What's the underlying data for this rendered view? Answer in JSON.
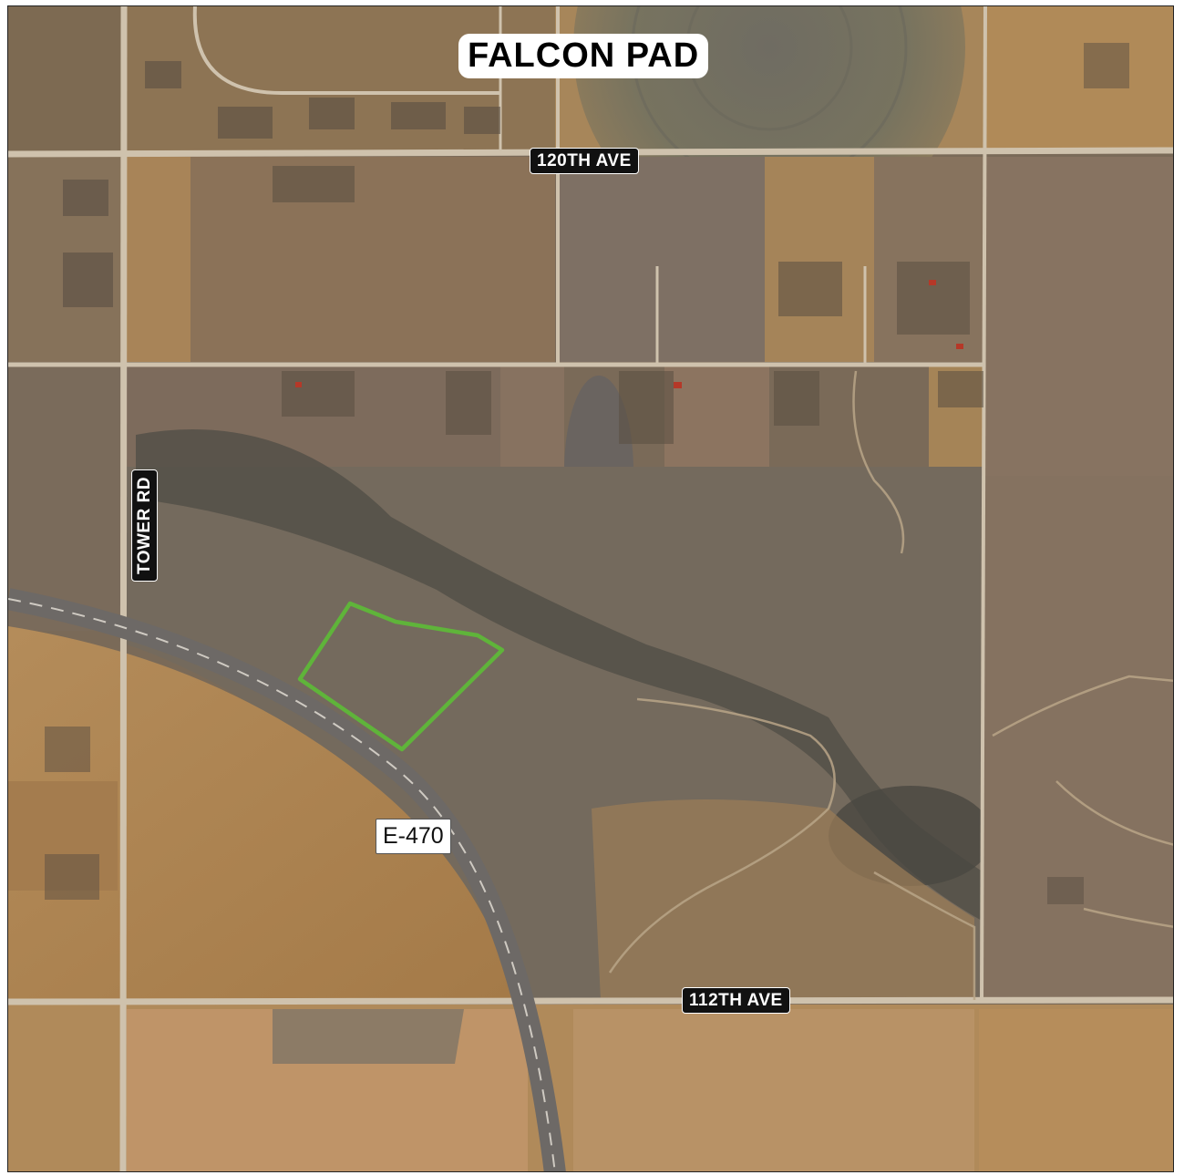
{
  "map": {
    "title": "FALCON PAD",
    "roads": {
      "north": "120TH AVE",
      "south": "112TH AVE",
      "west": "TOWER RD",
      "highway": "E-470"
    },
    "site_boundary_color": "#5fb43a",
    "colors": {
      "farmland_tan": "#b58a55",
      "grassland_gray": "#7c6d5c",
      "dark_vegetation": "#4e4a44",
      "road": "#c9bda9",
      "highway": "#6b6864"
    }
  }
}
